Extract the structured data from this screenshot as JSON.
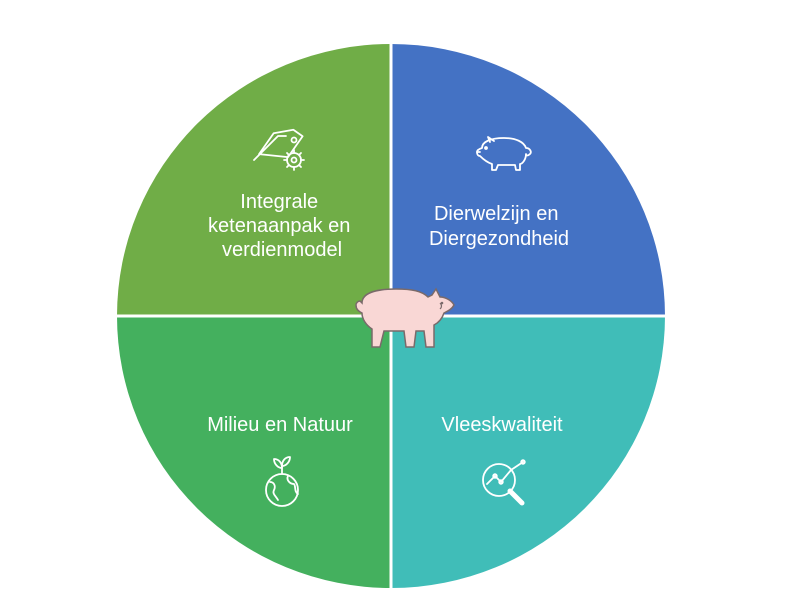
{
  "quadrants": [
    {
      "id": "top-left",
      "lines": [
        "Integrale",
        "ketenaanpak en",
        "verdienmodel"
      ],
      "icon": "price-tag-gear-icon",
      "color": "#70AD47"
    },
    {
      "id": "top-right",
      "lines": [
        "Dierwelzijn en",
        "Diergezondheid"
      ],
      "icon": "pig-icon",
      "color": "#4472C4"
    },
    {
      "id": "bottom-left",
      "lines": [
        "Milieu en Natuur"
      ],
      "icon": "globe-sprout-icon",
      "color": "#44B05E"
    },
    {
      "id": "bottom-right",
      "lines": [
        "Vleeskwaliteit"
      ],
      "icon": "magnifier-chart-icon",
      "color": "#40BDB8"
    }
  ],
  "center_icon": "pig-icon",
  "center_color": "#F9D7D5",
  "divider_color": "#ffffff"
}
